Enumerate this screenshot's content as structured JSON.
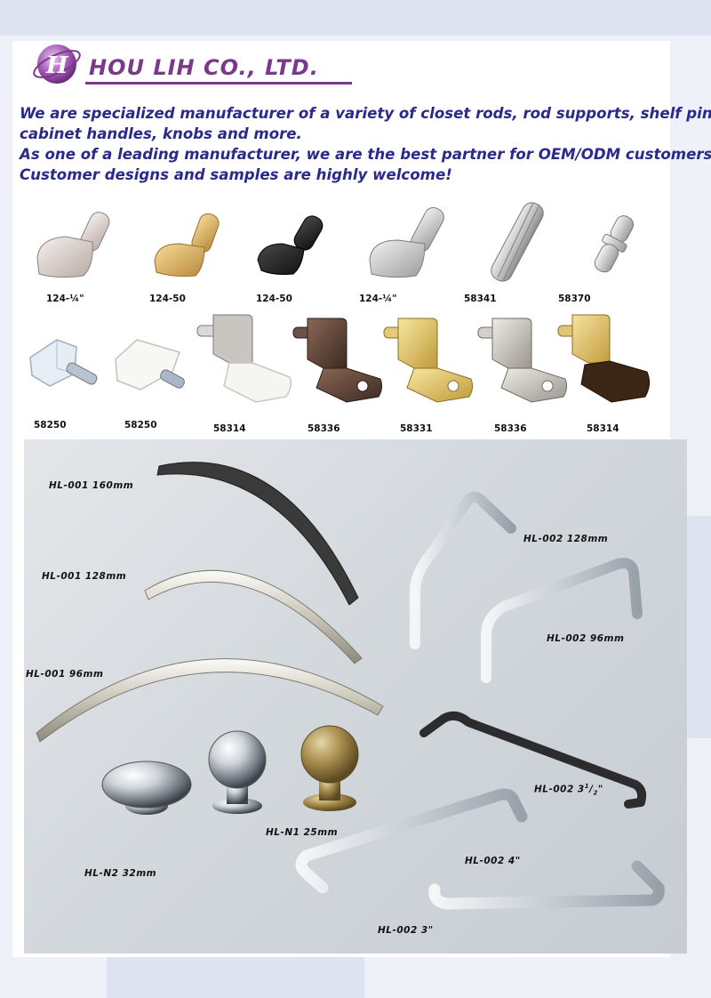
{
  "header": {
    "company_name": "HOU LIH CO., LTD.",
    "logo_icon": "hl-monogram-logo-icon",
    "brand_color": "#7a3a8c",
    "text_color": "#2a2a8a"
  },
  "intro": {
    "lines": [
      "We are specialized manufacturer of a variety of closet rods, rod supports, shelf pins,",
      "cabinet handles, knobs and more.",
      "As one of a leading manufacturer, we are the best partner for OEM/ODM customers.",
      "Customer designs and samples are highly welcome!"
    ]
  },
  "shelf_pins_row1": [
    {
      "label": "124-¼\"",
      "icon": "spoon-shelf-pin-nickel-icon"
    },
    {
      "label": "124-50",
      "icon": "spoon-shelf-pin-brass-icon"
    },
    {
      "label": "124-50",
      "icon": "spoon-shelf-pin-black-icon"
    },
    {
      "label": "124-¼\"",
      "icon": "spoon-shelf-pin-satin-icon"
    },
    {
      "label": "58341",
      "icon": "grooved-dowel-pin-icon"
    },
    {
      "label": "58370",
      "icon": "stepped-shelf-pin-icon"
    }
  ],
  "shelf_pins_row2": [
    {
      "label": "58250",
      "icon": "clear-shelf-support-icon"
    },
    {
      "label": "58250",
      "icon": "white-shelf-support-icon"
    },
    {
      "label": "58314",
      "icon": "l-bracket-pin-white-pad-icon"
    },
    {
      "label": "58336",
      "icon": "l-bracket-pin-bronze-icon"
    },
    {
      "label": "58331",
      "icon": "l-bracket-pin-brass-icon"
    },
    {
      "label": "58336",
      "icon": "l-bracket-pin-nickel-icon"
    },
    {
      "label": "58314",
      "icon": "l-bracket-pin-brown-pad-icon"
    }
  ],
  "handles": {
    "hl001_160": "HL-001 160mm",
    "hl001_128": "HL-001 128mm",
    "hl001_96": "HL-001 96mm",
    "hl002_128": "HL-002 128mm",
    "hl002_96": "HL-002 96mm",
    "hl002_3half_main": "HL-002 3",
    "hl002_3half_sup": "1",
    "hl002_3half_sub": "2",
    "hl002_3half_unit": "\"",
    "hl002_4": "HL-002 4\"",
    "hl002_3": "HL-002 3\"",
    "hln1_25": "HL-N1 25mm",
    "hln2_32": "HL-N2 32mm"
  }
}
